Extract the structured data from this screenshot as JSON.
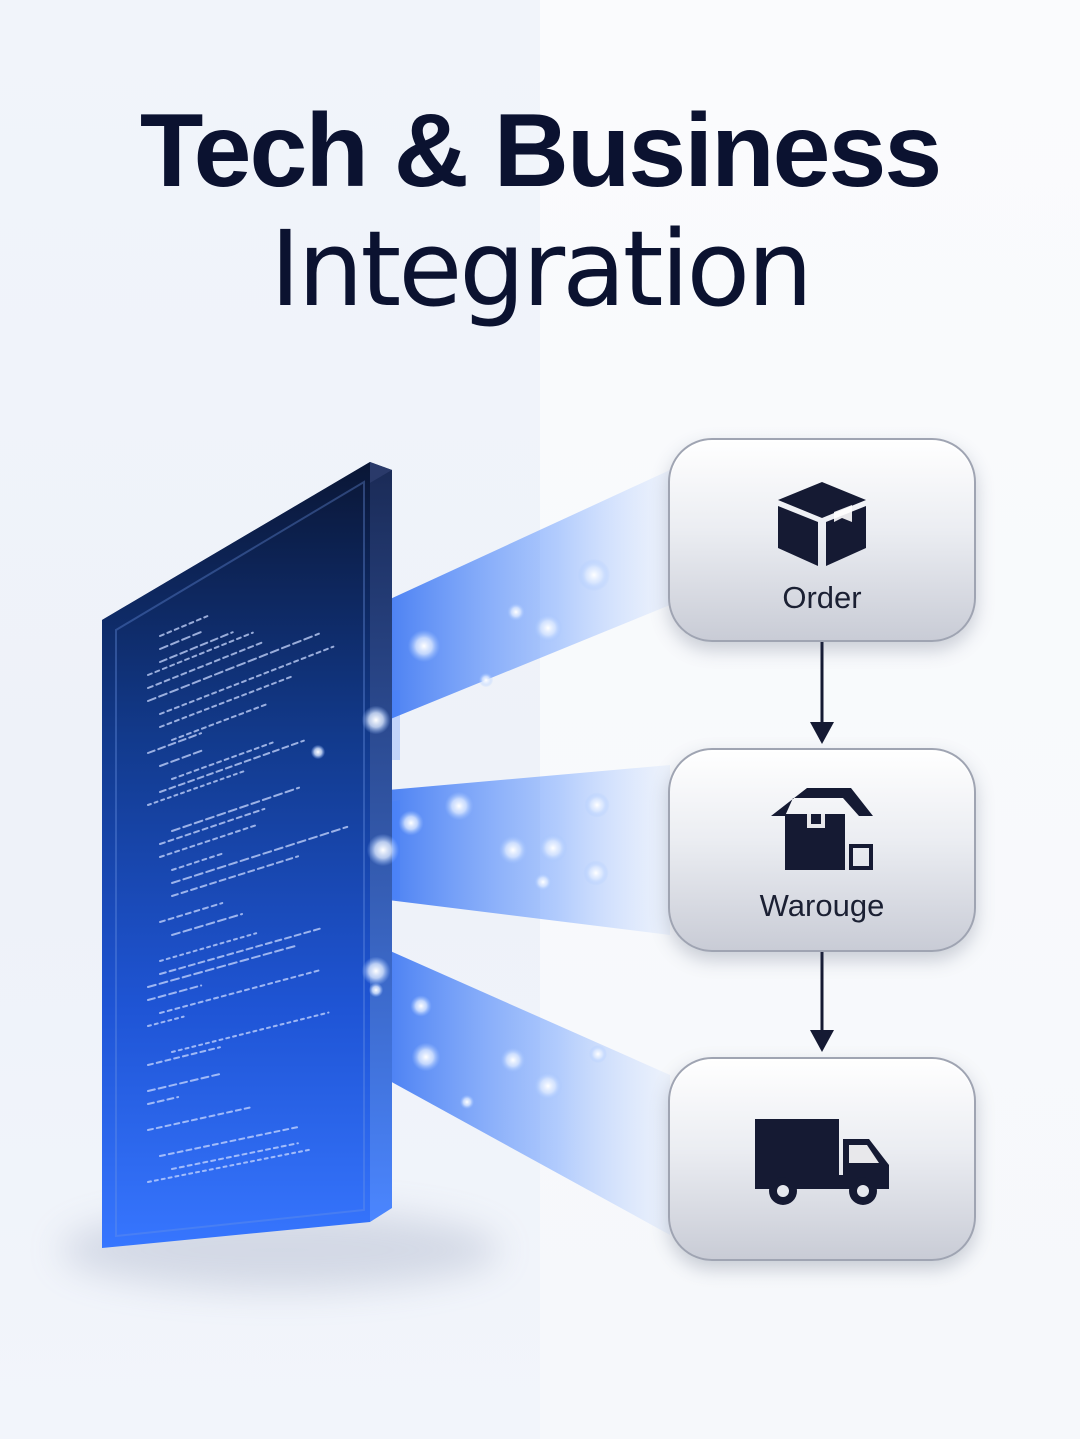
{
  "title": {
    "line1": "Tech & Business",
    "line2": "Integration"
  },
  "flow": {
    "steps": [
      {
        "label": "Order",
        "icon": "box-icon"
      },
      {
        "label": "Warouge",
        "icon": "warehouse-icon"
      },
      {
        "label": "",
        "icon": "truck-icon"
      }
    ]
  },
  "colors": {
    "title": "#0b1230",
    "screen_top": "#0c1a3c",
    "screen_bottom": "#2f6df2",
    "beam": "#3b7bff",
    "icon": "#151a33",
    "card_border": "#9fa4b2"
  }
}
